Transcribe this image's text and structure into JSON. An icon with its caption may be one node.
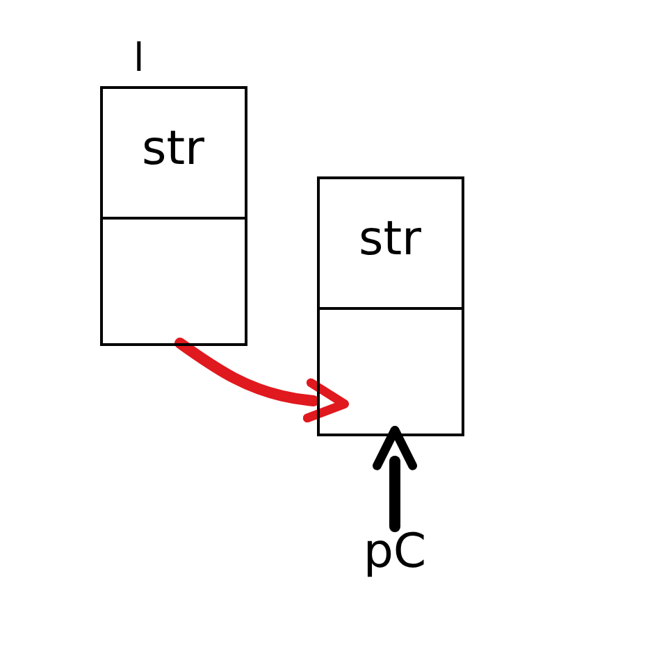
{
  "diagram": {
    "nodes": [
      {
        "text": [],
        "shape": "box",
        "beside": [
          "l"
        ]
      },
      {
        "text": [
          "str"
        ],
        "in": 0
      },
      {
        "text": [],
        "shape": "box",
        "in": 0
      },
      {
        "text": [],
        "shape": "box"
      },
      {
        "text": [
          "str"
        ],
        "in": 3
      },
      {
        "text": [],
        "shape": "box",
        "in": 3
      },
      {
        "text": [
          "pC"
        ]
      }
    ],
    "edges": [
      {
        "from": 2,
        "to": 5,
        "arrow": "to",
        "color": "#e0191f"
      },
      {
        "from": 6,
        "to": 3,
        "arrow": "to",
        "color": "#000000"
      }
    ]
  }
}
